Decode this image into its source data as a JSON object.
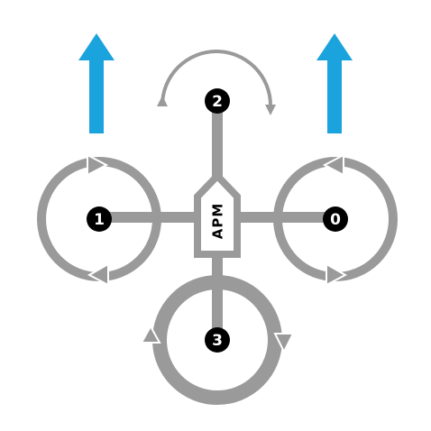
{
  "diagram": {
    "controller_label": "APM",
    "motors": [
      {
        "id": "0",
        "label": "0"
      },
      {
        "id": "1",
        "label": "1"
      },
      {
        "id": "2",
        "label": "2"
      },
      {
        "id": "3",
        "label": "3"
      }
    ],
    "colors": {
      "frame": "#9a9a9a",
      "motor_hub": "#000000",
      "direction_arrow": "#1aa3dc",
      "background": "#ffffff"
    },
    "icons": [
      "forward-direction-arrow",
      "rotation-arrow"
    ]
  }
}
